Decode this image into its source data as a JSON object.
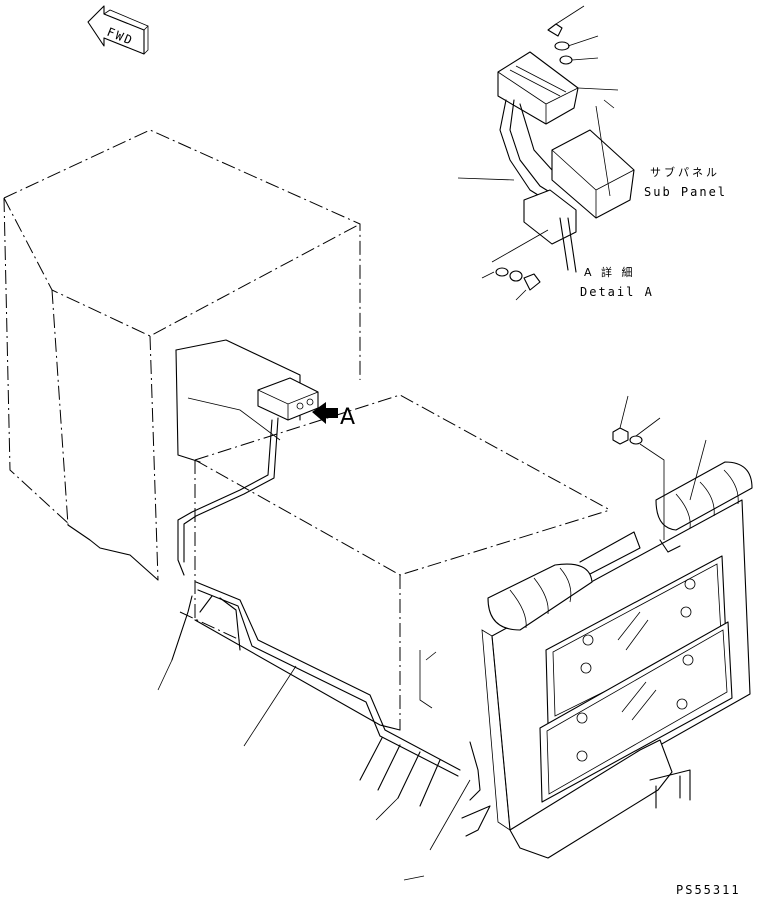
{
  "labels": {
    "fwd": "FWD",
    "view_marker": "A",
    "sub_panel_jp": "サブパネル",
    "sub_panel_en": "Sub Panel",
    "detail_jp": "A 詳 細",
    "detail_en": "Detail A",
    "drawing_number": "PS55311"
  }
}
